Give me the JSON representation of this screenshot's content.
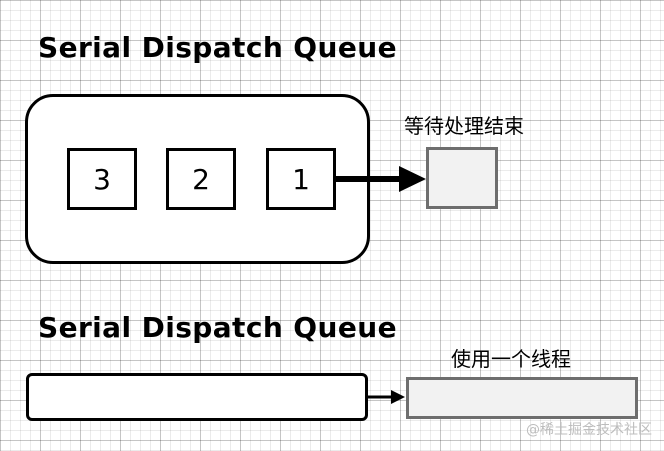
{
  "top_queue": {
    "title": "Serial Dispatch Queue",
    "tasks": [
      "3",
      "2",
      "1"
    ],
    "wait_label": "等待处理结束"
  },
  "bottom_queue": {
    "title": "Serial Dispatch Queue",
    "thread_label": "使用一个线程"
  },
  "watermark": "@稀土掘金技术社区",
  "colors": {
    "stroke": "#000000",
    "output_box_border": "#6e6e6e",
    "output_box_fill": "#f2f2f2",
    "grid": "#d6d6d6"
  }
}
